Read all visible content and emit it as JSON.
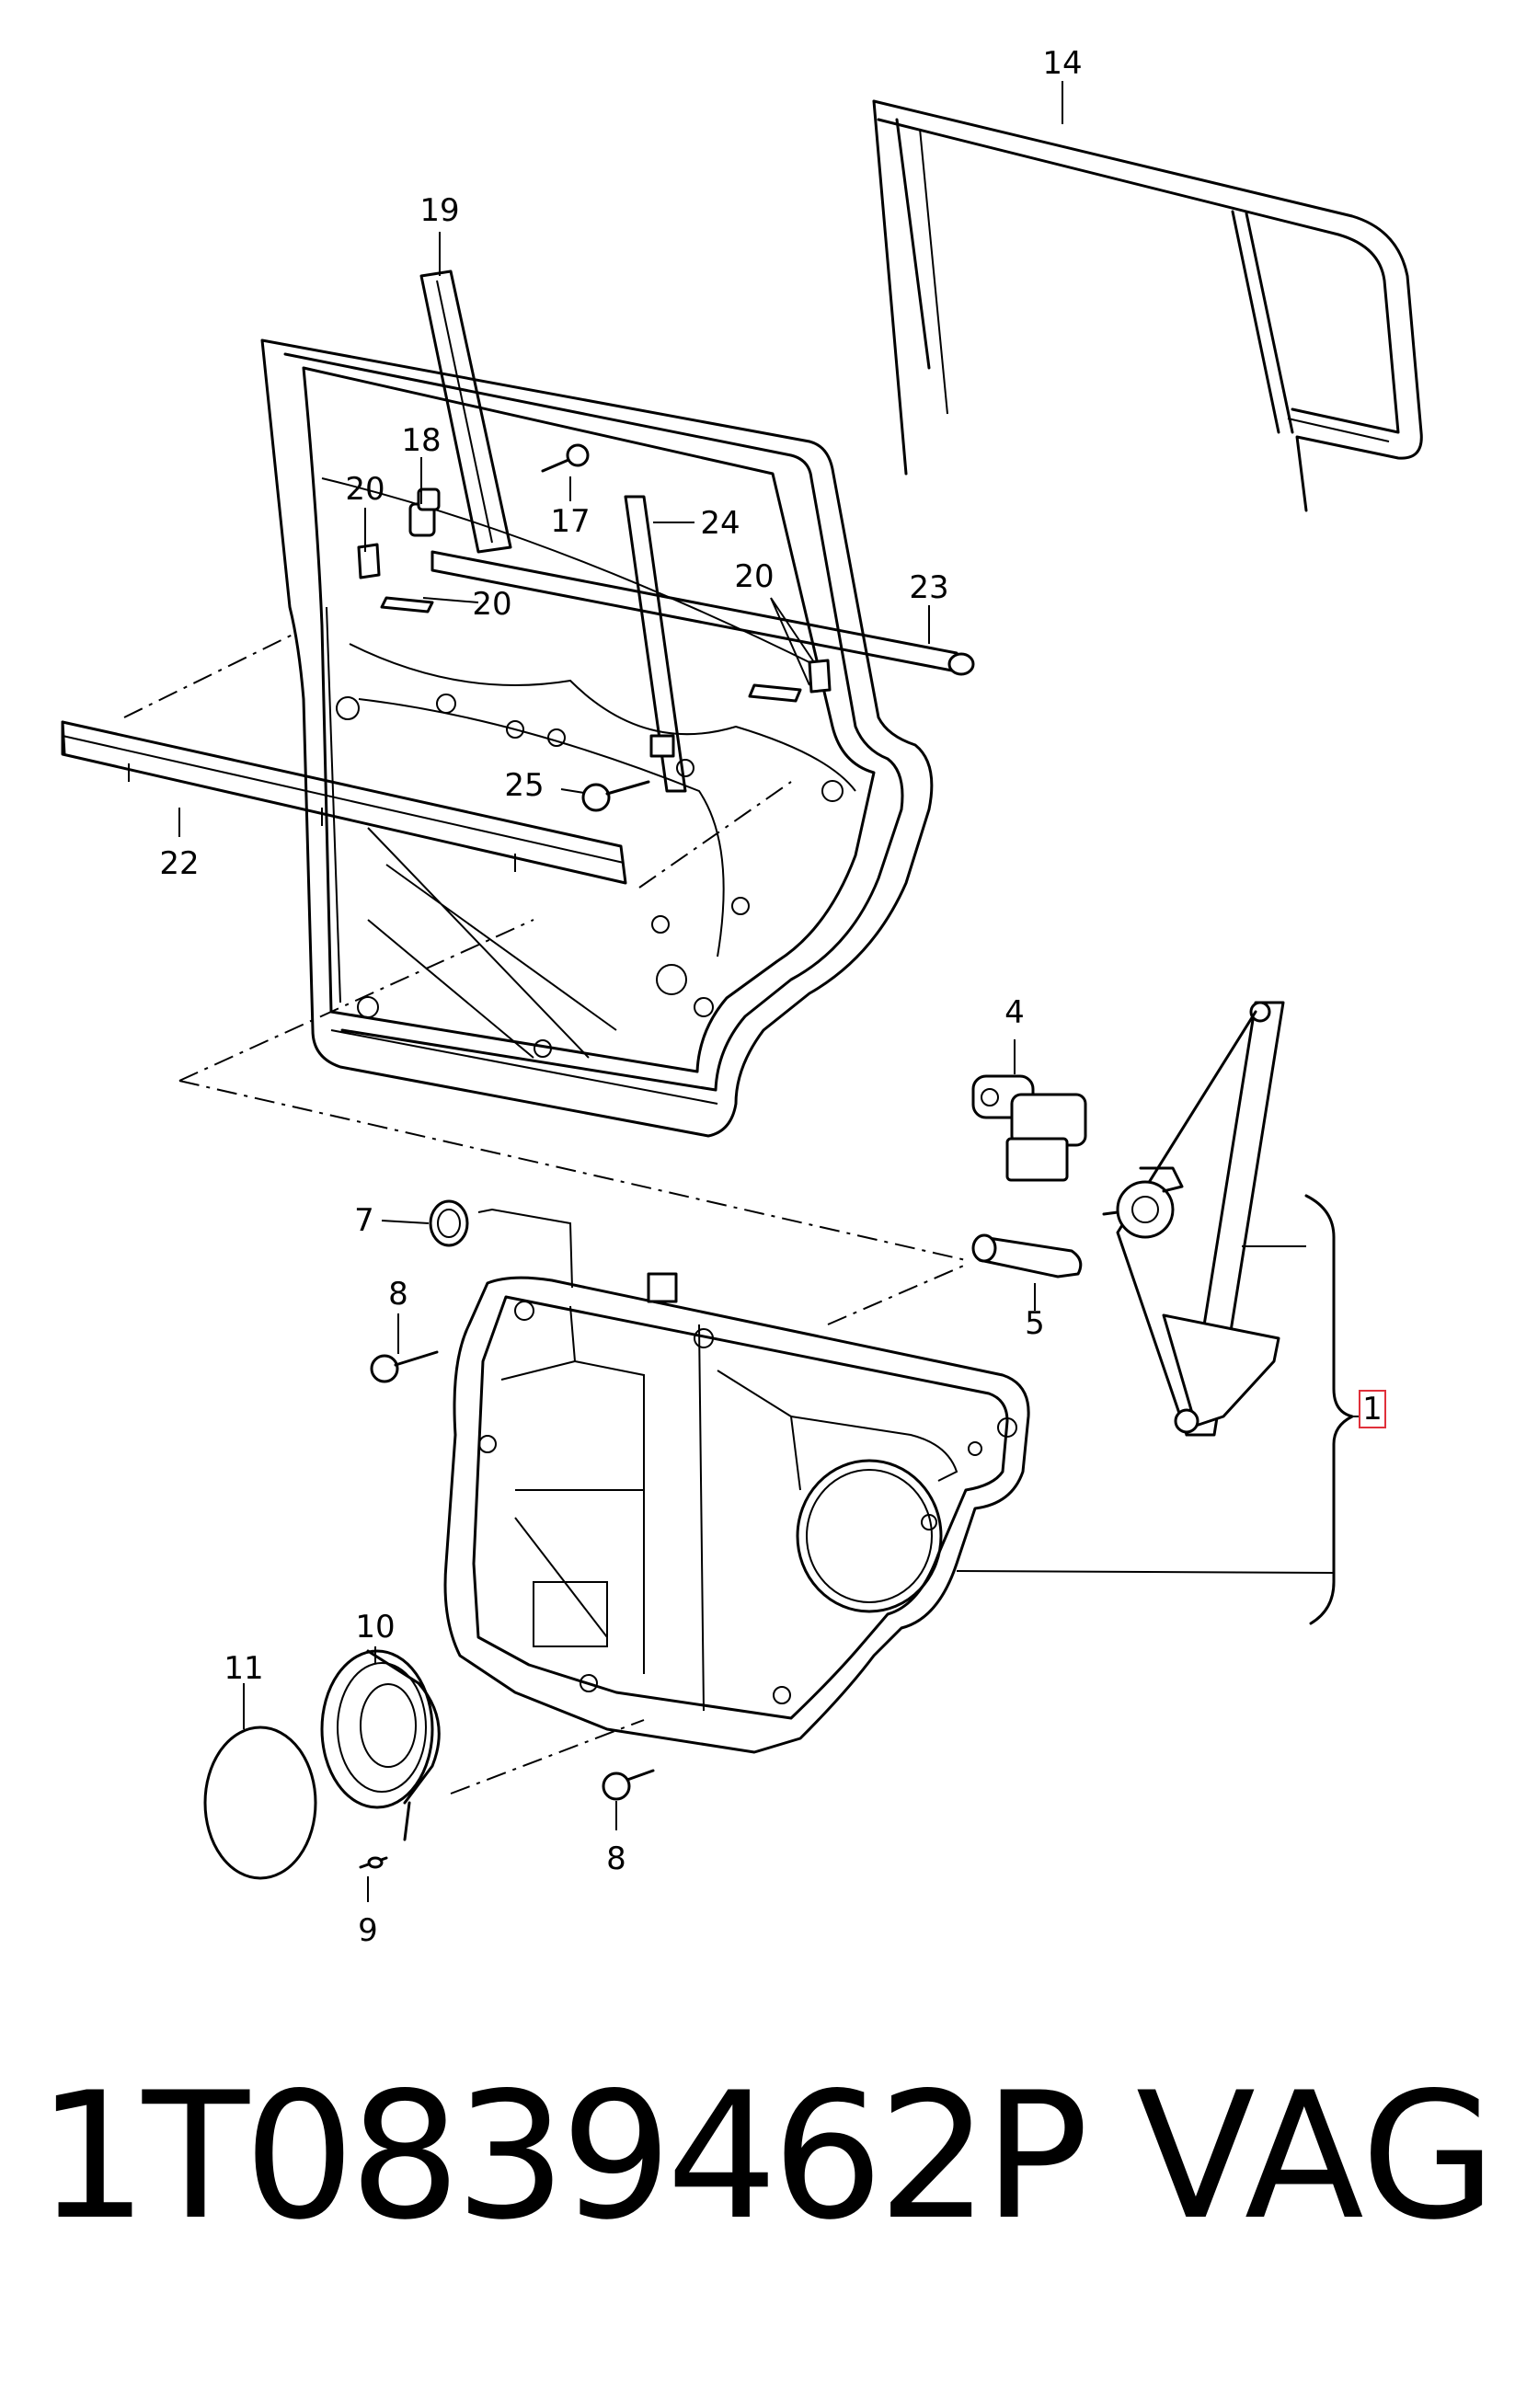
{
  "callouts": {
    "c14": "14",
    "c19": "19",
    "c18": "18",
    "c20a": "20",
    "c17": "17",
    "c24": "24",
    "c20b": "20",
    "c20c": "20",
    "c23": "23",
    "c25": "25",
    "c22": "22",
    "c4": "4",
    "c7": "7",
    "c8a": "8",
    "c5": "5",
    "c1": "1",
    "c10": "10",
    "c11": "11",
    "c9": "9",
    "c8b": "8"
  },
  "footer": {
    "part_number": "1T0839462P",
    "brand": "VAG"
  },
  "highlight_color": "#e0303a"
}
